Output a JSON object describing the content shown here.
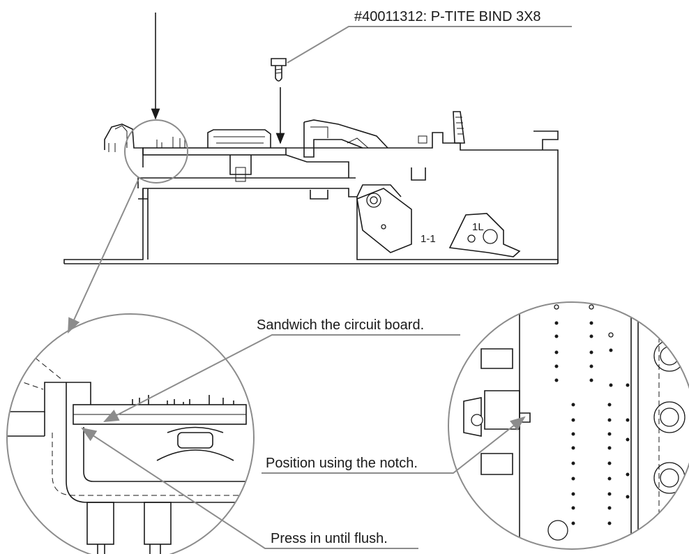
{
  "callouts": {
    "screw_part": "#40011312: P-TITE BIND 3X8",
    "sandwich": "Sandwich the circuit board.",
    "notch": "Position using the notch.",
    "flush": "Press in until flush."
  },
  "part_marks": {
    "lever_a": "1-1",
    "lever_b": "1L"
  },
  "colors": {
    "line": "#1a1a1a",
    "callout_leader": "#8c8c8c",
    "background": "#ffffff"
  }
}
